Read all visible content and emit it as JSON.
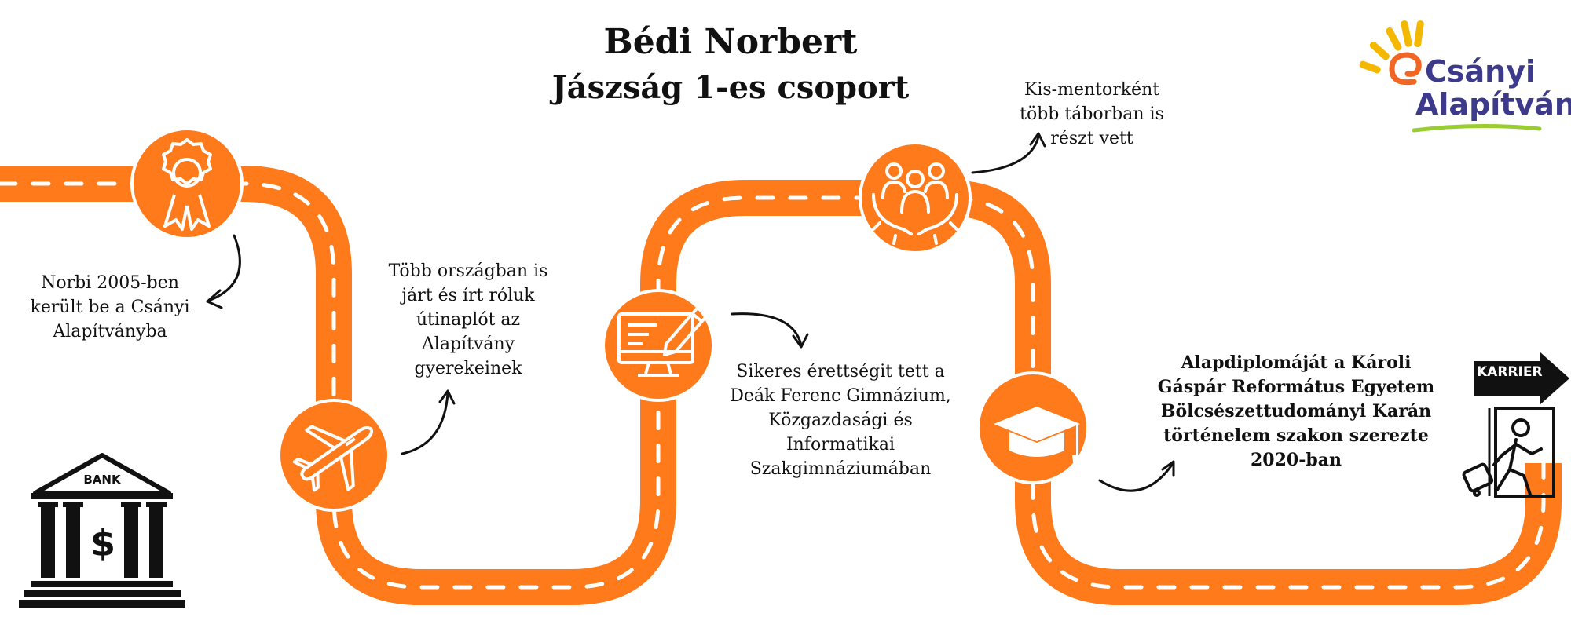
{
  "header": {
    "name": "Bédi Norbert",
    "group": "Jászság 1-es csoport"
  },
  "logo": {
    "line1": "Csányi",
    "line2": "Alapítvány"
  },
  "milestones": [
    {
      "icon": "award-ribbon-icon",
      "text_lines": [
        "Norbi 2005-ben",
        "került be a Csányi",
        "Alapítványba"
      ]
    },
    {
      "icon": "airplane-icon",
      "text_lines": [
        "Több országban is",
        "járt és írt róluk",
        "útinaplót az",
        "Alapítvány",
        "gyerekeinek"
      ]
    },
    {
      "icon": "computer-edit-icon",
      "text_lines": [
        "Sikeres érettségit tett a",
        "Deák Ferenc Gimnázium,",
        "Közgazdasági és",
        "Informatikai",
        "Szakgimnáziumában"
      ]
    },
    {
      "icon": "caring-hands-group-icon",
      "text_lines": [
        "Kis-mentorként",
        "több táborban is",
        "részt vett"
      ]
    },
    {
      "icon": "graduation-cap-icon",
      "text_lines": [
        "Alapdiplomáját a Károli",
        "Gáspár Református Egyetem",
        "Bölcsészettudományi Karán",
        "történelem szakon szerezte",
        "2020-ban"
      ]
    }
  ],
  "bank": {
    "label": "BANK",
    "symbol": "$"
  },
  "career": {
    "label": "KARRIER"
  },
  "colors": {
    "road": "#fe7a1a",
    "dashes": "#ffffff",
    "text": "#111111",
    "logo_text": "#3d3a8c",
    "logo_sun": "#f5b800",
    "logo_swirl": "#f26522",
    "logo_underline": "#9acd32"
  }
}
